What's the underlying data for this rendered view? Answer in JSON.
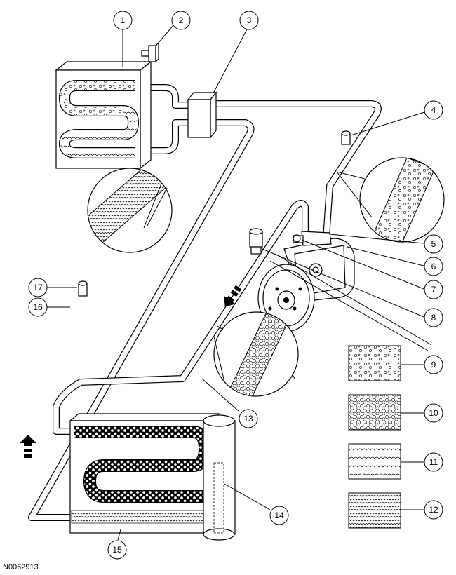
{
  "figure_id": "N0062913",
  "callouts": [
    "1",
    "2",
    "3",
    "4",
    "5",
    "6",
    "7",
    "8",
    "9",
    "10",
    "11",
    "12",
    "13",
    "14",
    "15",
    "16",
    "17"
  ],
  "icons": {
    "flow_arrow_up": "flow-direction-arrow",
    "flow_arrow_diag": "flow-direction-arrow"
  }
}
